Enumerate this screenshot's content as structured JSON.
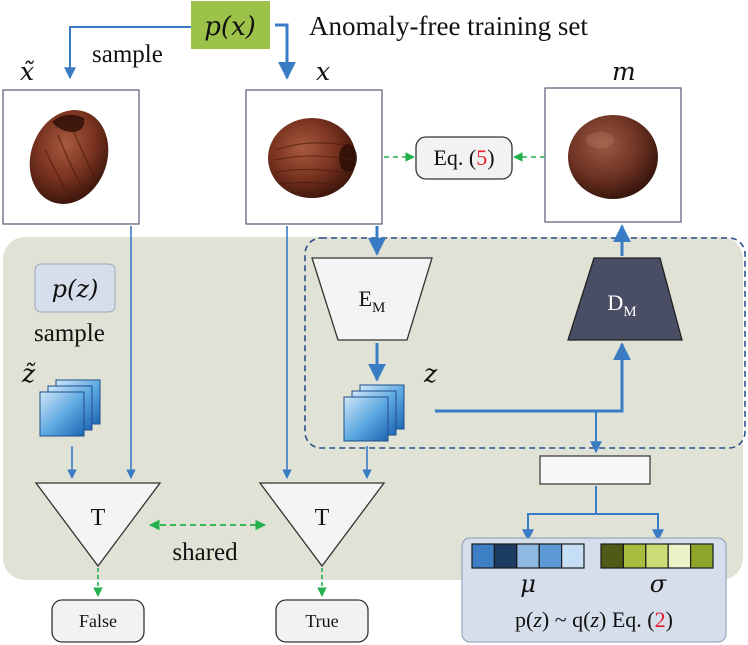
{
  "prior_px": "p(x)",
  "training_set_label": "Anomaly-free training set",
  "sample_label_top": "sample",
  "x_tilde": "x̃",
  "x": "x",
  "m": "m",
  "eq5": {
    "prefix": "Eq. (",
    "num": "5",
    "suffix": ")"
  },
  "prior_pz": "p(z)",
  "sample_label_left": "sample",
  "z_tilde": "z̃",
  "z": "z",
  "encoder": {
    "main": "E",
    "sub": "M"
  },
  "decoder": {
    "main": "D",
    "sub": "M"
  },
  "T_left": "T",
  "T_right": "T",
  "shared_label": "shared",
  "output_false": "False",
  "output_true": "True",
  "mu": "μ",
  "sigma": "σ",
  "eq2": {
    "p": "p(",
    "z1": "z",
    "mid": ") ~ q(",
    "z2": "z",
    "suffix1": ") Eq. (",
    "num": "2",
    "suffix2": ")"
  },
  "colors": {
    "arrow_blue": "#3a7cc4",
    "dashed_green": "#22b14c",
    "panel_bg": "#dfe2d4",
    "px_box": "#9dc24a",
    "pz_box": "#d6deeb",
    "decoder_fill": "#4a4e64",
    "eq_red": "#e8192c",
    "mu_cells": [
      "#3d7fc4",
      "#1d3c63",
      "#8fb9e3",
      "#5c9ad6",
      "#c6def3"
    ],
    "sigma_cells": [
      "#4f5a17",
      "#a7bd3d",
      "#cddc77",
      "#ecf2c8",
      "#8da52a"
    ]
  }
}
